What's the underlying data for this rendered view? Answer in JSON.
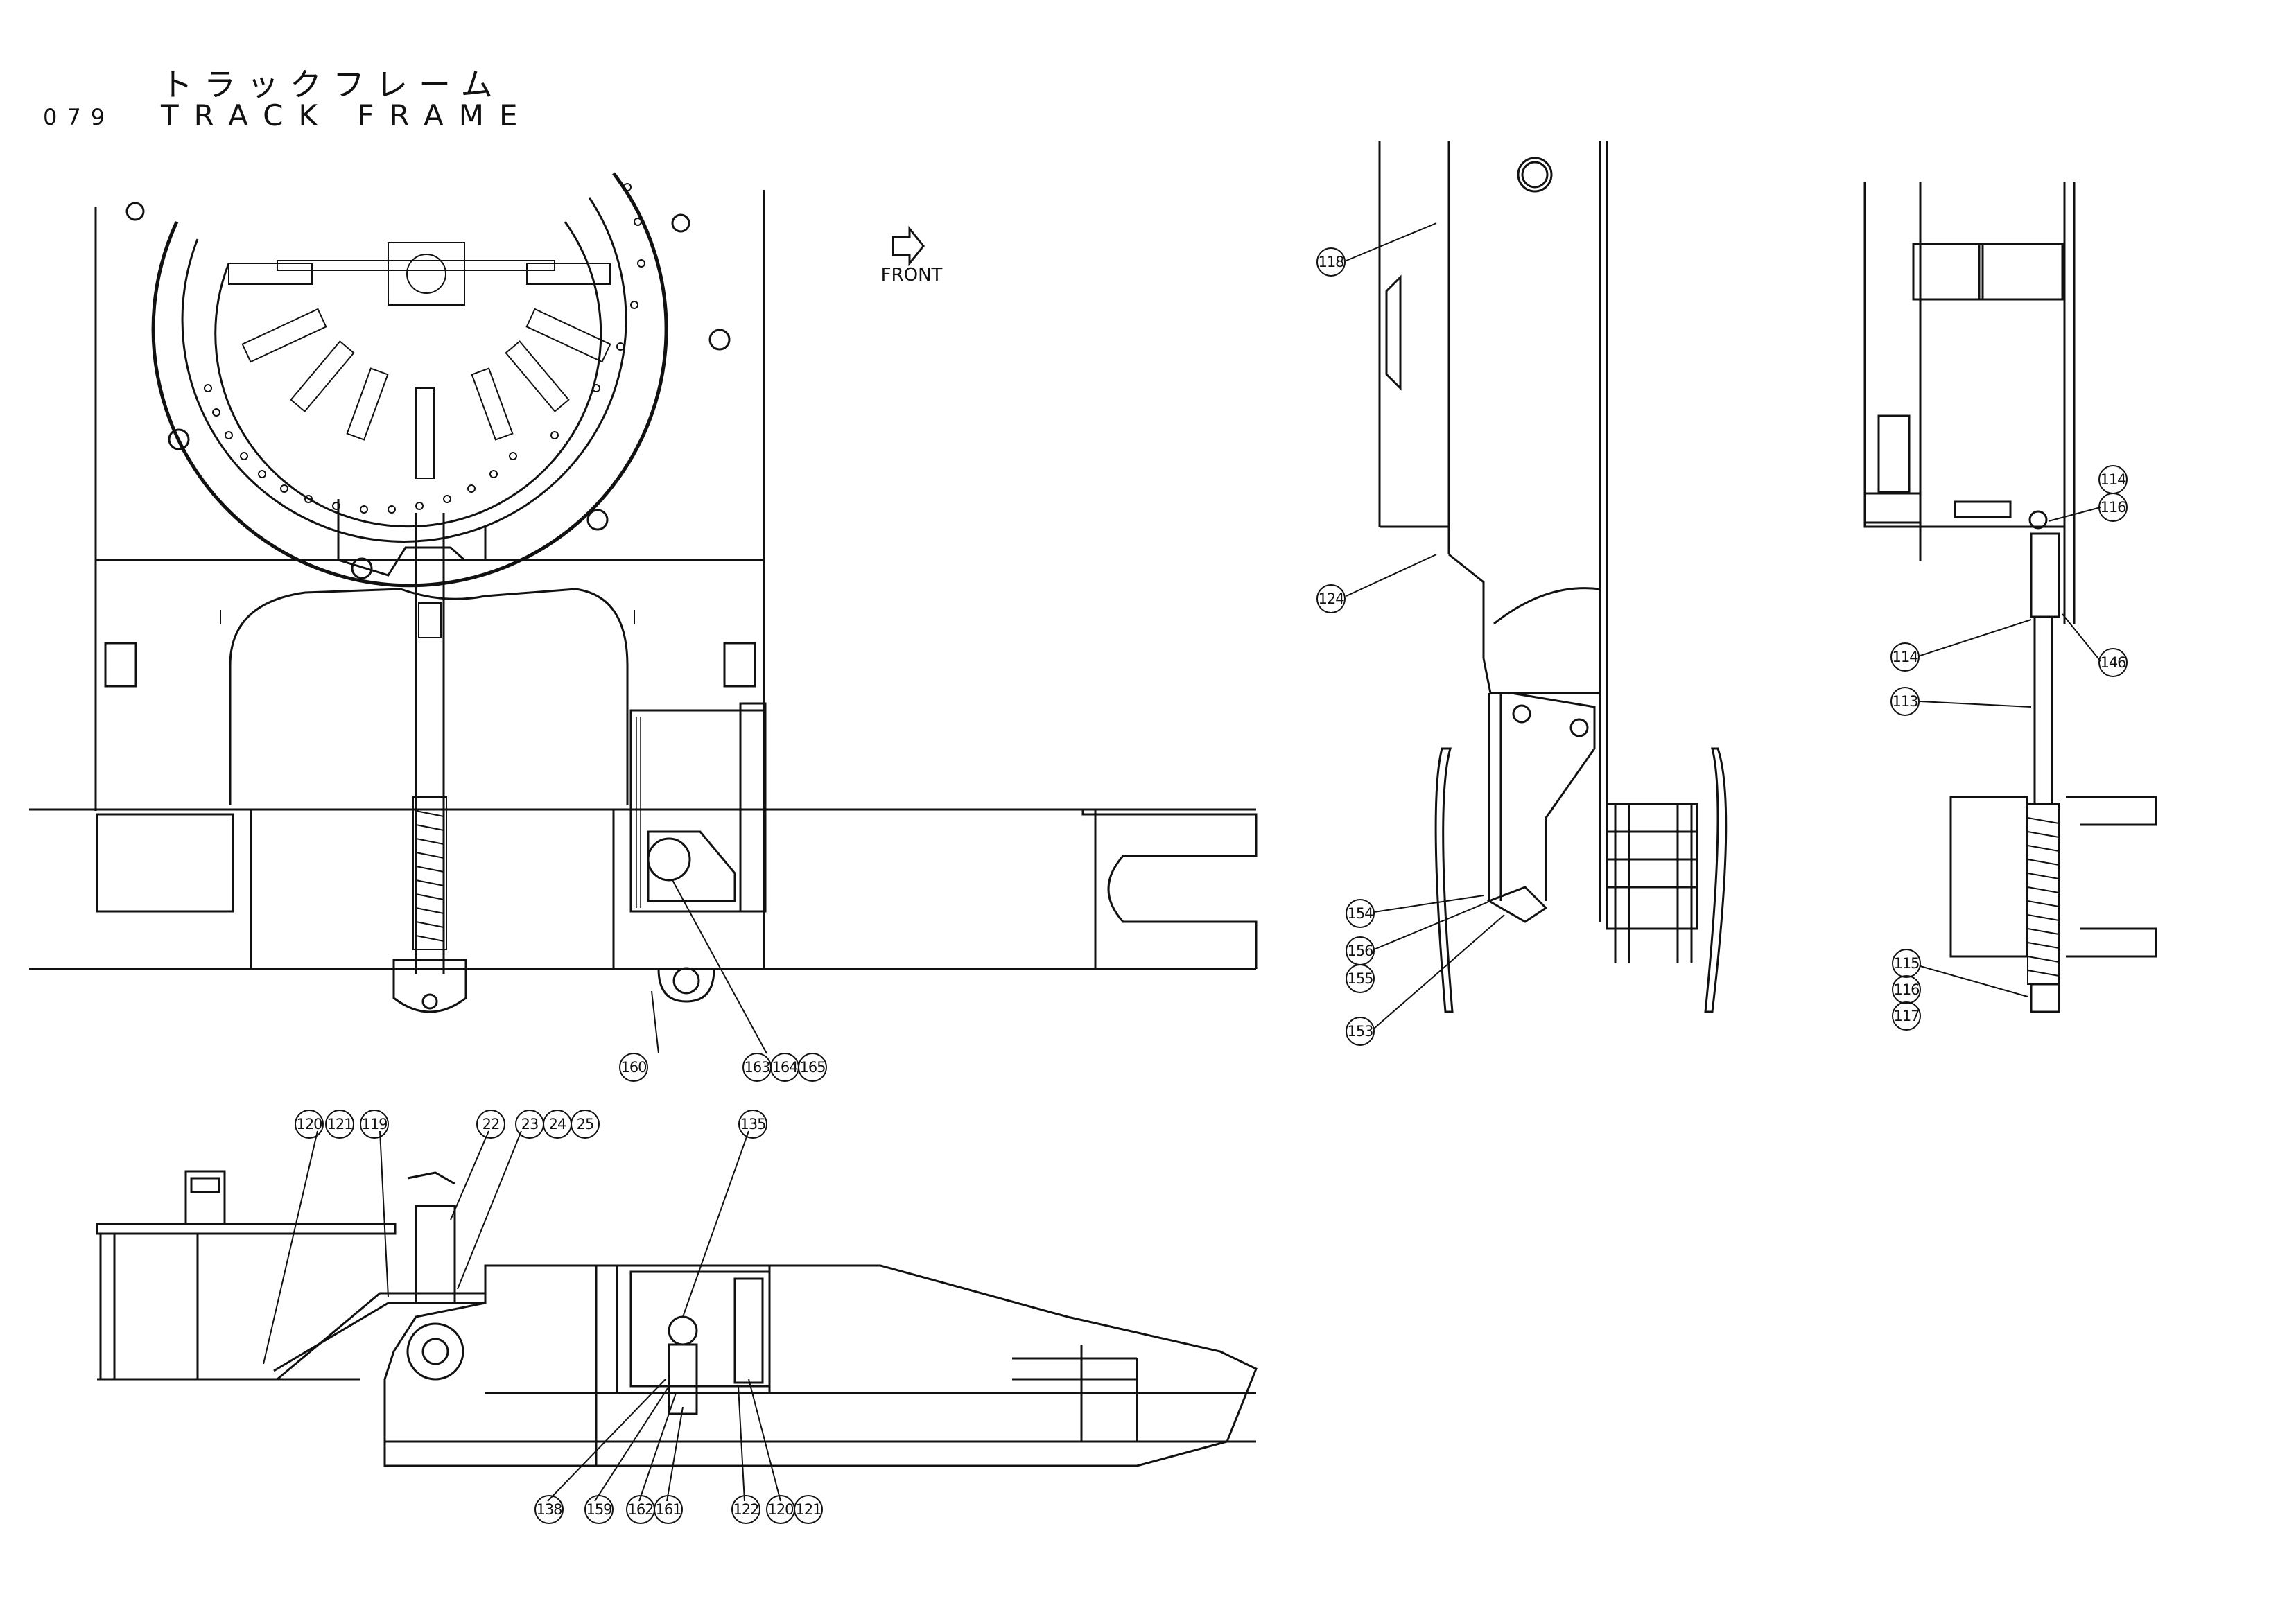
{
  "header": {
    "page_number": "079",
    "title_jp": "トラックフレーム",
    "title_en": "TRACK FRAME"
  },
  "front_label": "FRONT",
  "callouts": {
    "c118": "118",
    "c124": "124",
    "c154": "154",
    "c156": "156",
    "c155": "155",
    "c153": "153",
    "c114a": "114",
    "c116a": "116",
    "c114b": "114",
    "c146": "146",
    "c113": "113",
    "c115": "115",
    "c116b": "116",
    "c117": "117",
    "c160": "160",
    "c163": "163",
    "c164": "164",
    "c165": "165",
    "c120a": "120",
    "c121a": "121",
    "c119": "119",
    "c22": "22",
    "c23": "23",
    "c24": "24",
    "c25": "25",
    "c135": "135",
    "c138": "138",
    "c159": "159",
    "c162": "162",
    "c161": "161",
    "c122": "122",
    "c120b": "120",
    "c121b": "121"
  },
  "colors": {
    "ink": "#111111",
    "paper": "#ffffff"
  }
}
